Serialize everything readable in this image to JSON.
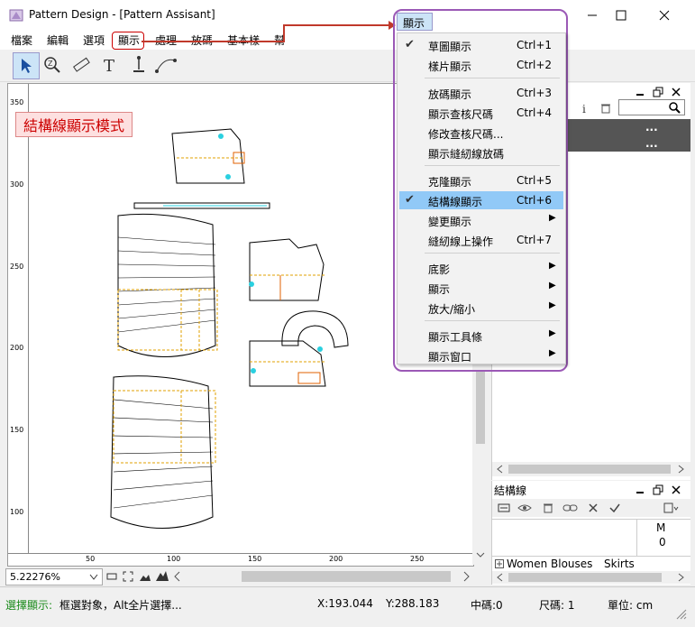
{
  "window": {
    "title": "Pattern Design - [Pattern Assisant]"
  },
  "menubar": {
    "items": [
      "檔案",
      "編輯",
      "選項",
      "顯示",
      "處理",
      "放碼",
      "基本樣",
      "幫"
    ]
  },
  "popup_menu": {
    "header": "顯示",
    "items": [
      {
        "label": "草圖顯示",
        "shortcut": "Ctrl+1",
        "checked": true
      },
      {
        "label": "樣片顯示",
        "shortcut": "Ctrl+2"
      },
      {
        "label": "放碼顯示",
        "shortcut": "Ctrl+3"
      },
      {
        "label": "顯示查核尺碼",
        "shortcut": "Ctrl+4"
      },
      {
        "label": "修改查核尺碼...",
        "shortcut": ""
      },
      {
        "label": "顯示縫紉線放碼",
        "shortcut": ""
      },
      {
        "label": "克隆顯示",
        "shortcut": "Ctrl+5"
      },
      {
        "label": "結構線顯示",
        "shortcut": "Ctrl+6",
        "checked": true,
        "selected": true
      },
      {
        "label": "變更顯示",
        "shortcut": "",
        "submenu": true
      },
      {
        "label": "縫紉線上操作",
        "shortcut": "Ctrl+7"
      },
      {
        "label": "底影",
        "shortcut": "",
        "submenu": true
      },
      {
        "label": "顯示",
        "shortcut": "",
        "submenu": true
      },
      {
        "label": "放大/縮小",
        "shortcut": "",
        "submenu": true
      },
      {
        "label": "顯示工具條",
        "shortcut": "",
        "submenu": true
      },
      {
        "label": "顯示窗口",
        "shortcut": "",
        "submenu": true
      }
    ]
  },
  "canvas": {
    "mode_label": "結構線顯示模式",
    "vruler_ticks": [
      "350",
      "300",
      "250",
      "200",
      "150",
      "100"
    ],
    "hruler_ticks": [
      "50",
      "100",
      "150",
      "200",
      "250"
    ]
  },
  "zoombar": {
    "zoom_value": "5.22276%"
  },
  "right_panel": {
    "dots_1": "...",
    "dots_2": "..."
  },
  "struct_panel": {
    "title": "結構線",
    "size_label": "M",
    "size_value": "0",
    "tree_item_1": "Women Blouses",
    "tree_item_2": "Skirts"
  },
  "statusbar": {
    "hint_mode": "選擇顯示:",
    "hint_text": "框選對象，Alt全片選擇...",
    "x": "X:193.044",
    "y": "Y:288.183",
    "mid_size": "中碼:0",
    "size": "尺碼: 1",
    "unit": "單位: cm"
  },
  "colors": {
    "accent_purple": "#9b59b6",
    "menu_selected": "#91c9f7",
    "mode_label_text": "#cc0000"
  }
}
